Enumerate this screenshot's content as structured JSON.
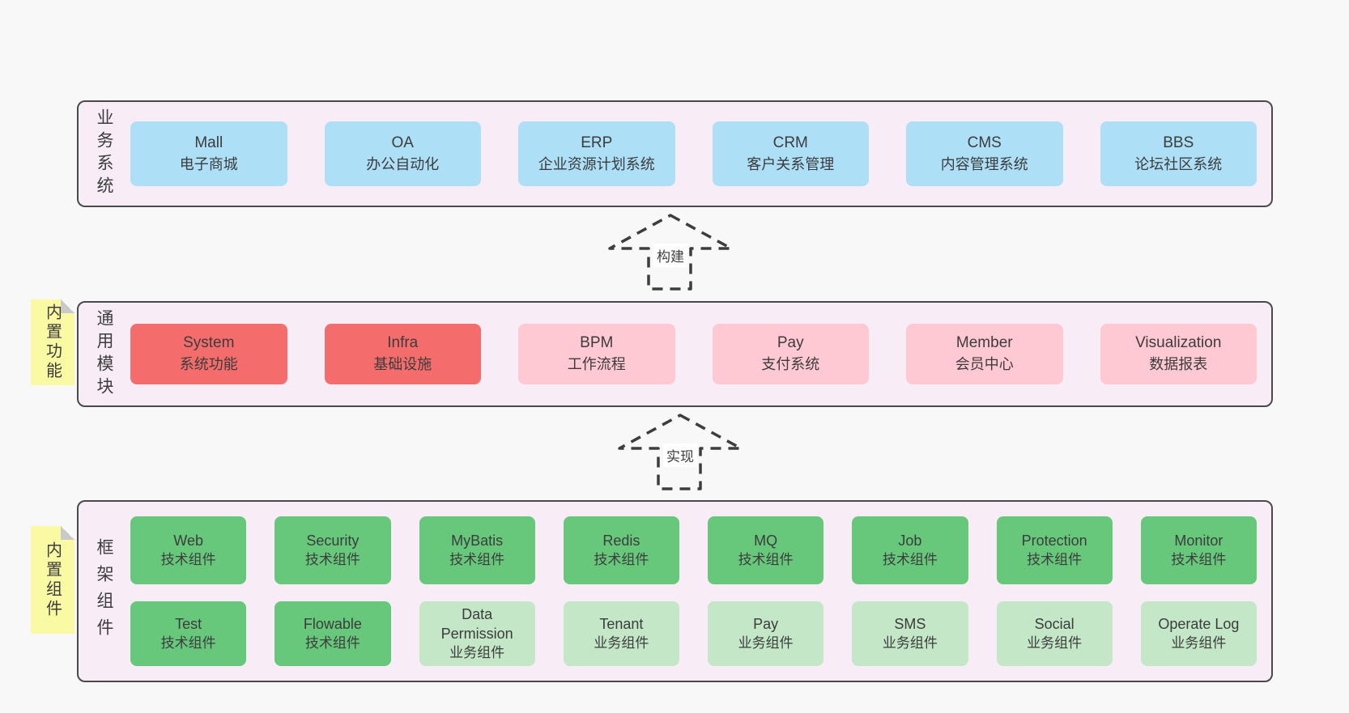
{
  "arrows": {
    "build": "构建",
    "implement": "实现"
  },
  "business_section": {
    "side_label": "业务系统",
    "boxes": [
      {
        "title": "Mall",
        "subtitle": "电子商城"
      },
      {
        "title": "OA",
        "subtitle": "办公自动化"
      },
      {
        "title": "ERP",
        "subtitle": "企业资源计划系统"
      },
      {
        "title": "CRM",
        "subtitle": "客户关系管理"
      },
      {
        "title": "CMS",
        "subtitle": "内容管理系统"
      },
      {
        "title": "BBS",
        "subtitle": "论坛社区系统"
      }
    ]
  },
  "modules_section": {
    "side_label": "通用模块",
    "sticky_note": "内置功能",
    "boxes": [
      {
        "title": "System",
        "subtitle": "系统功能",
        "variant": "red"
      },
      {
        "title": "Infra",
        "subtitle": "基础设施",
        "variant": "red"
      },
      {
        "title": "BPM",
        "subtitle": "工作流程",
        "variant": "pink"
      },
      {
        "title": "Pay",
        "subtitle": "支付系统",
        "variant": "pink"
      },
      {
        "title": "Member",
        "subtitle": "会员中心",
        "variant": "pink"
      },
      {
        "title": "Visualization",
        "subtitle": "数据报表",
        "variant": "pink"
      }
    ]
  },
  "framework_section": {
    "side_label": "框架组件",
    "sticky_note": "内置组件",
    "row1": [
      {
        "title": "Web",
        "subtitle": "技术组件",
        "variant": "green-dark"
      },
      {
        "title": "Security",
        "subtitle": "技术组件",
        "variant": "green-dark"
      },
      {
        "title": "MyBatis",
        "subtitle": "技术组件",
        "variant": "green-dark"
      },
      {
        "title": "Redis",
        "subtitle": "技术组件",
        "variant": "green-dark"
      },
      {
        "title": "MQ",
        "subtitle": "技术组件",
        "variant": "green-dark"
      },
      {
        "title": "Job",
        "subtitle": "技术组件",
        "variant": "green-dark"
      },
      {
        "title": "Protection",
        "subtitle": "技术组件",
        "variant": "green-dark"
      },
      {
        "title": "Monitor",
        "subtitle": "技术组件",
        "variant": "green-dark"
      }
    ],
    "row2": [
      {
        "title": "Test",
        "subtitle": "技术组件",
        "variant": "green-dark"
      },
      {
        "title": "Flowable",
        "subtitle": "技术组件",
        "variant": "green-dark"
      },
      {
        "title": "Data Permission",
        "subtitle": "业务组件",
        "variant": "green-light"
      },
      {
        "title": "Tenant",
        "subtitle": "业务组件",
        "variant": "green-light"
      },
      {
        "title": "Pay",
        "subtitle": "业务组件",
        "variant": "green-light"
      },
      {
        "title": "SMS",
        "subtitle": "业务组件",
        "variant": "green-light"
      },
      {
        "title": "Social",
        "subtitle": "业务组件",
        "variant": "green-light"
      },
      {
        "title": "Operate Log",
        "subtitle": "业务组件",
        "variant": "green-light"
      }
    ]
  },
  "colors": {
    "page_background": "#f8f8f8",
    "panel_background": "#f8edf6",
    "panel_border": "#4a4a4a",
    "business_box": "#addff7",
    "module_core_box": "#f56c6c",
    "module_box": "#ffc9d3",
    "tech_component_box": "#67c87c",
    "biz_component_box": "#c3e7c7",
    "sticky_note": "#fafaa4",
    "arrow_stroke": "#3d3d3d"
  }
}
